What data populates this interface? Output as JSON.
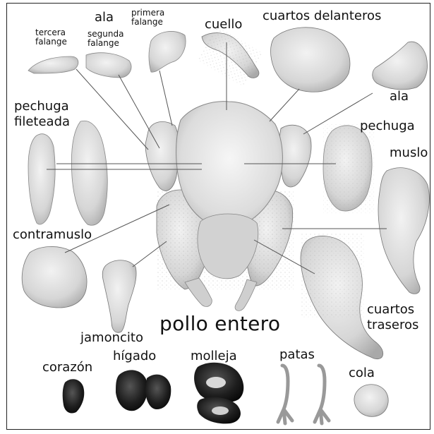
{
  "labels": {
    "tercera_falange": "tercera\nfalange",
    "ala_top": "ala",
    "segunda_falange": "segunda\nfalange",
    "primera_falange": "primera\nfalange",
    "cuello": "cuello",
    "cuartos_delanteros": "cuartos delanteros",
    "ala_right": "ala",
    "pechuga_fileteada": "pechuga\nfileteada",
    "pechuga": "pechuga",
    "muslo": "muslo",
    "contramuslo": "contramuslo",
    "cuartos_traseros": "cuartos\ntraseros",
    "pollo_entero": "pollo entero",
    "jamoncito": "jamoncito",
    "corazon": "corazón",
    "higado": "hígado",
    "molleja": "molleja",
    "patas": "patas",
    "cola": "cola"
  },
  "colors": {
    "meat_light": "#e4e4e4",
    "meat_mid": "#c8c8c8",
    "meat_dark": "#9a9a9a",
    "organ_dark": "#1c1c1c",
    "leader_line": "#555555"
  }
}
